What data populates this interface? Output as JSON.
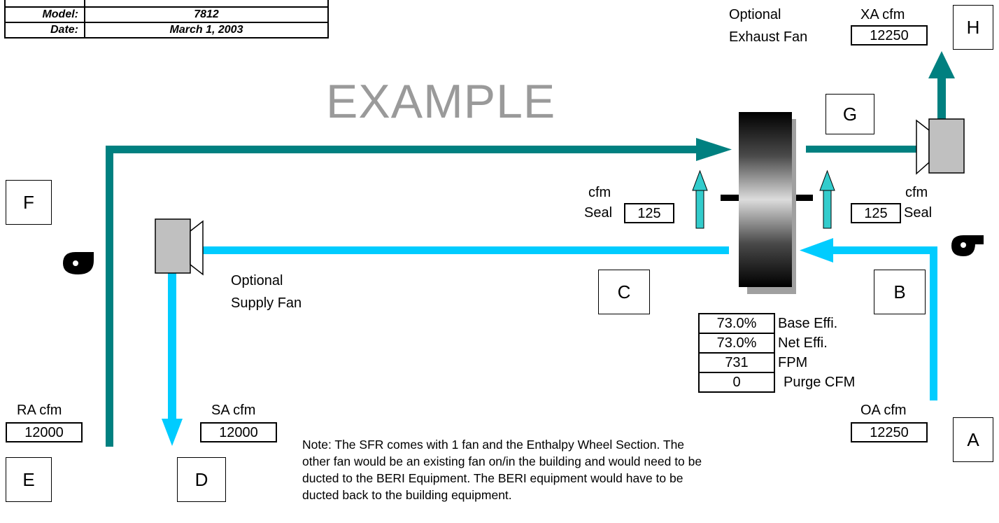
{
  "header": {
    "model_label": "Model:",
    "model_value": "7812",
    "date_label": "Date:",
    "date_value": "March 1, 2003"
  },
  "watermark": "EXAMPLE",
  "points": {
    "A": "A",
    "B": "B",
    "C": "C",
    "D": "D",
    "E": "E",
    "F": "F",
    "G": "G",
    "H": "H"
  },
  "exhaust_fan": {
    "label_line1": "Optional",
    "label_line2": "Exhaust Fan",
    "cfm_label": "XA cfm",
    "cfm_value": "12250"
  },
  "supply_fan": {
    "label_line1": "Optional",
    "label_line2": "Supply Fan"
  },
  "seal_left": {
    "cfm_label": "cfm",
    "seal_label": "Seal",
    "value": "125"
  },
  "seal_right": {
    "cfm_label": "cfm",
    "seal_label": "Seal",
    "value": "125"
  },
  "performance": [
    {
      "value": "73.0%",
      "label": "Base Effi."
    },
    {
      "value": "73.0%",
      "label": "Net Effi."
    },
    {
      "value": "731",
      "label": "FPM"
    },
    {
      "value": "0",
      "label": "Purge CFM"
    }
  ],
  "ra": {
    "label": "RA cfm",
    "value": "12000"
  },
  "sa": {
    "label": "SA cfm",
    "value": "12000"
  },
  "oa": {
    "label": "OA cfm",
    "value": "12250"
  },
  "note": "Note: The SFR comes with 1 fan and the Enthalpy Wheel Section. The other fan would be an existing fan on/in the building and would need to be ducted to the BERI Equipment. The BERI equipment would have to be ducted back to the building equipment.",
  "colors": {
    "exhaust_duct": "#008080",
    "supply_duct": "#00ccff",
    "seal_arrow": "#33cccc",
    "fan_body": "#c0c0c0"
  },
  "icons": [
    "blower-icon",
    "fan-icon",
    "enthalpy-wheel-icon",
    "arrow-icon"
  ]
}
